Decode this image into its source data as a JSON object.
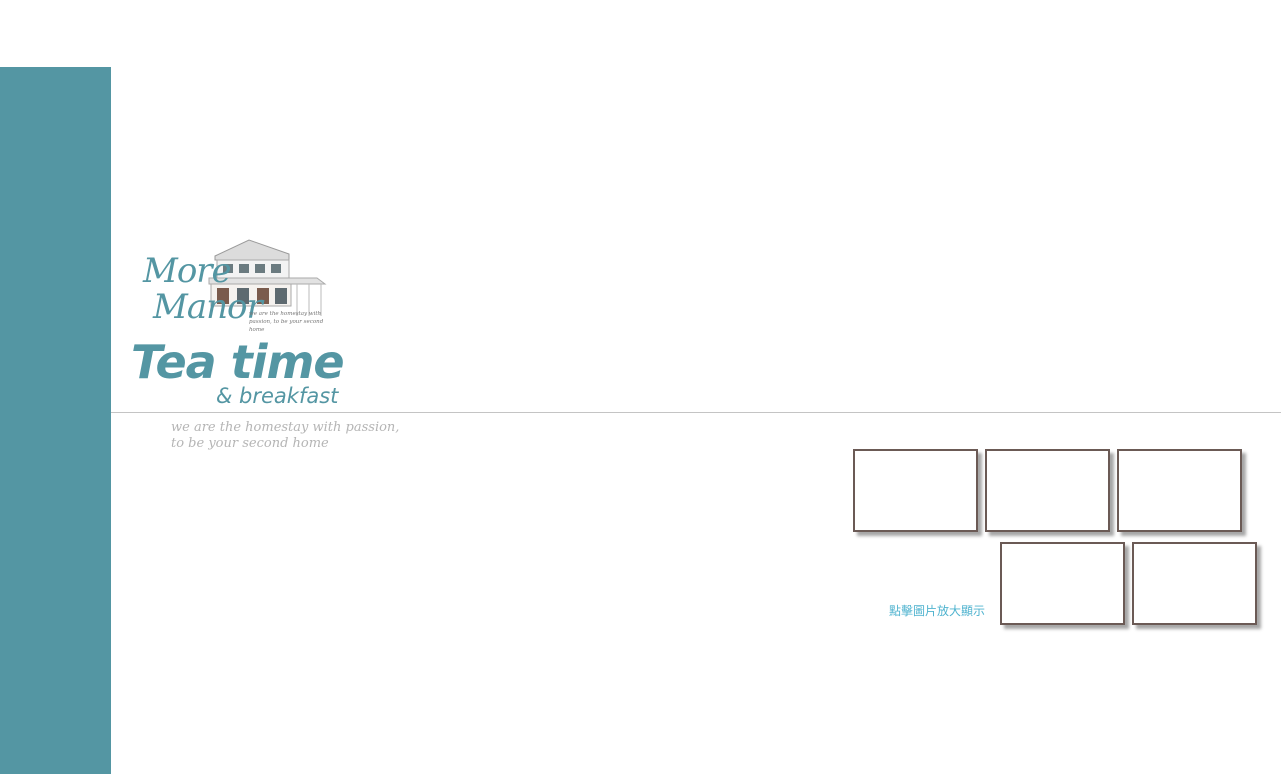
{
  "logo": {
    "line1": "More",
    "line2": "Manor",
    "tagline": "we are the homestay with passion, to be your second home"
  },
  "heading": {
    "title": "Tea time",
    "subtitle": "& breakfast"
  },
  "motto": {
    "line1": "we are the homestay with passion,",
    "line2": "to be your second home"
  },
  "gallery": {
    "hint": "點擊圖片放大顯示",
    "thumbnail_count": 5
  },
  "colors": {
    "brand": "#5496a3",
    "thumb_border": "#6b5a55",
    "hint": "#4fb3cf"
  }
}
